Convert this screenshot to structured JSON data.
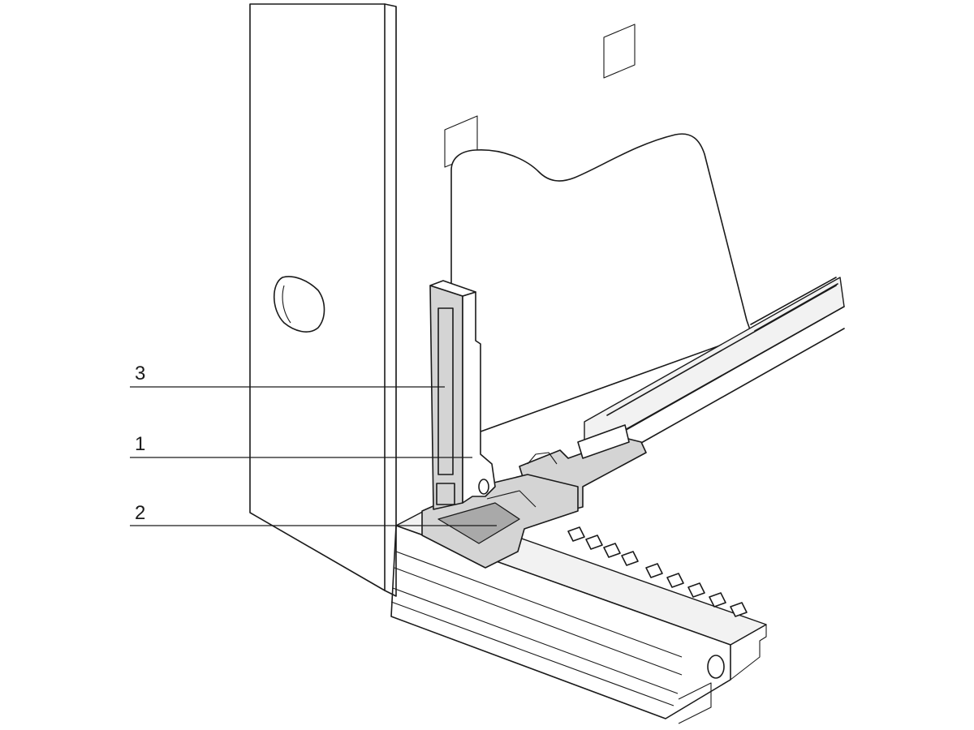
{
  "callouts": {
    "item_3": "3",
    "item_1": "1",
    "item_2": "2"
  },
  "colors": {
    "line": "#1a1a1a",
    "part_fill": "#d4d4d4",
    "background": "#ffffff"
  }
}
